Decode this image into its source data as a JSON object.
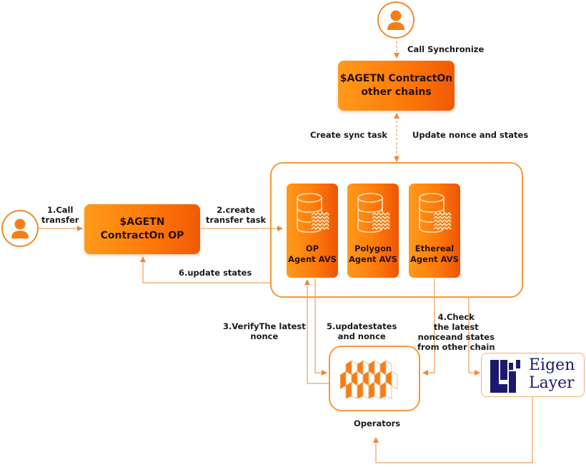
{
  "colors": {
    "accent": "#ff7a0a",
    "line": "#f0a050",
    "text": "#1a1a1a",
    "eigen_navy": "#1c1a6e"
  },
  "actors": {
    "top_user_icon": "user-icon",
    "left_user_icon": "user-icon"
  },
  "boxes": {
    "contract_other_chains": "$AGETN ContractOn other chains",
    "contract_other_chains_line1": "$AGETN ContractOn",
    "contract_other_chains_line2": "other chains",
    "contract_op_line1": "$AGETN",
    "contract_op_line2": "ContractOn OP"
  },
  "avs": [
    {
      "line1": "OP",
      "line2": "Agent AVS",
      "icon": "database-icon"
    },
    {
      "line1": "Polygon",
      "line2": "Agent AVS",
      "icon": "database-icon"
    },
    {
      "line1": "Ethereal",
      "line2": "Agent AVS",
      "icon": "database-icon"
    }
  ],
  "operators": {
    "label": "Operators",
    "icon": "hexagon-cluster-icon"
  },
  "eigenlayer": {
    "word1": "Eigen",
    "word2": "Layer",
    "icon": "eigenlayer-logo-icon"
  },
  "edges": {
    "call_synchronize": "Call Synchronize",
    "create_sync_task": "Create sync task",
    "update_nonce_states": "Update nonce and states",
    "step1_line1": "1.Call",
    "step1_line2": "transfer",
    "step2_line1": "2.create",
    "step2_line2": "transfer task",
    "step6": "6.update states",
    "step3_line1": "3.VerifyThe latest",
    "step3_line2": "nonce",
    "step5_line1": "5.updatestates",
    "step5_line2": "and nonce",
    "step4_line1": "4.Check",
    "step4_line2": "the latest",
    "step4_line3": "nonceand states",
    "step4_line4": "from other chain"
  }
}
